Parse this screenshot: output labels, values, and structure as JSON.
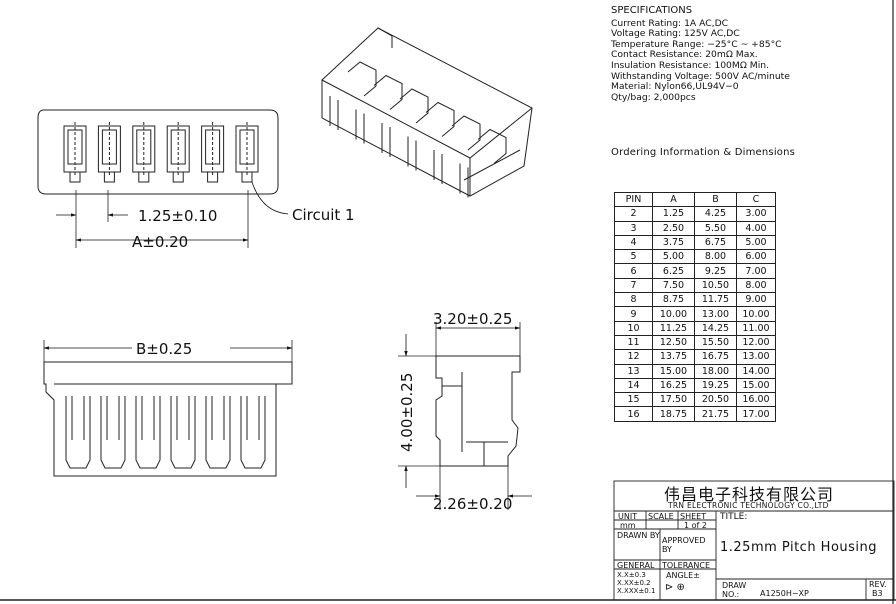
{
  "specifications": {
    "heading": "SPECIFICATIONS",
    "lines": [
      "Current Rating: 1A AC,DC",
      "Voltage Rating: 125V AC,DC",
      "Temperature Range: −25°C ~ +85°C",
      "Contact Resistance: 20mΩ Max.",
      "Insulation Resistance: 100MΩ Min.",
      "Withstanding Voltage: 500V AC/minute",
      "Material: Nylon66,UL94V−0",
      "Qty/bag: 2,000pcs"
    ]
  },
  "ordering_title": "Ordering Information & Dimensions",
  "table": {
    "headers": [
      "PIN",
      "A",
      "B",
      "C"
    ],
    "rows": [
      [
        "2",
        "1.25",
        "4.25",
        "3.00"
      ],
      [
        "3",
        "2.50",
        "5.50",
        "4.00"
      ],
      [
        "4",
        "3.75",
        "6.75",
        "5.00"
      ],
      [
        "5",
        "5.00",
        "8.00",
        "6.00"
      ],
      [
        "6",
        "6.25",
        "9.25",
        "7.00"
      ],
      [
        "7",
        "7.50",
        "10.50",
        "8.00"
      ],
      [
        "8",
        "8.75",
        "11.75",
        "9.00"
      ],
      [
        "9",
        "10.00",
        "13.00",
        "10.00"
      ],
      [
        "10",
        "11.25",
        "14.25",
        "11.00"
      ],
      [
        "11",
        "12.50",
        "15.50",
        "12.00"
      ],
      [
        "12",
        "13.75",
        "16.75",
        "13.00"
      ],
      [
        "13",
        "15.00",
        "18.00",
        "14.00"
      ],
      [
        "14",
        "16.25",
        "19.25",
        "15.00"
      ],
      [
        "15",
        "17.50",
        "20.50",
        "16.00"
      ],
      [
        "16",
        "18.75",
        "21.75",
        "17.00"
      ]
    ]
  },
  "dimensions": {
    "pitch": "1.25±0.10",
    "a_dim": "A±0.20",
    "b_dim": "B±0.25",
    "width_top": "3.20±0.25",
    "height": "4.00±0.25",
    "width_bottom": "2.26±0.20",
    "circuit": "Circuit 1"
  },
  "title_block": {
    "company_cn": "伟昌电子科技有限公司",
    "company_en": "TRN ELECTRONIC TECHNOLOGY CO.,LTD",
    "unit_label": "UNIT",
    "scale_label": "SCALE",
    "sheet_label": "SHEET",
    "title_label": "TITLE:",
    "unit_value": "mm",
    "sheet_value": "1 of 2",
    "drawn_by": "DRAWN BY",
    "approved_by": "APPROVED BY",
    "title_value": "1.25mm Pitch Housing",
    "general": "GENERAL",
    "tolerance": "TOLERANCE",
    "tol_1": "X.X±0.3",
    "tol_2": "X.XX±0.2",
    "tol_3": "X.XXX±0.1",
    "angle": "ANGLE±",
    "draw_no_label_1": "DRAW",
    "draw_no_label_2": "NO.:",
    "draw_no": "A1250H−XP",
    "rev_label": "REV.",
    "rev_value": "B3"
  }
}
